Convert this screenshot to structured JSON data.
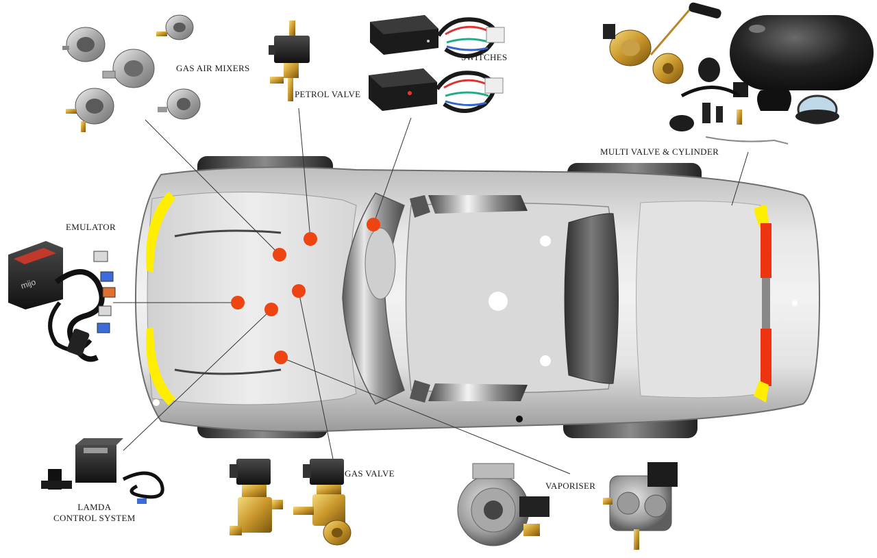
{
  "labels": {
    "gas_air_mixers": "GAS AIR MIXERS",
    "petrol_valve": "PETROL VALVE",
    "switches": "SWITCHES",
    "multi_valve_cylinder": "MULTI VALVE & CYLINDER",
    "emulator": "EMULATOR",
    "lamda_line1": "LAMDA",
    "lamda_line2": "CONTROL SYSTEM",
    "gas_valve": "GAS VALVE",
    "vaporiser": "VAPORISER"
  },
  "colors": {
    "marker": "#ee4411",
    "indicator_yellow": "#ffee00",
    "taillight_red": "#ee3311",
    "body_light": "#e6e6e6",
    "body_dark": "#8a8a8a",
    "leader_line": "#333333"
  },
  "component_icons": [
    "gas-air-mixer-icon",
    "petrol-valve-icon",
    "switch-box-icon",
    "multi-valve-icon",
    "gas-cylinder-icon",
    "emulator-icon",
    "lambda-controller-icon",
    "gas-valve-icon",
    "vaporiser-icon"
  ]
}
